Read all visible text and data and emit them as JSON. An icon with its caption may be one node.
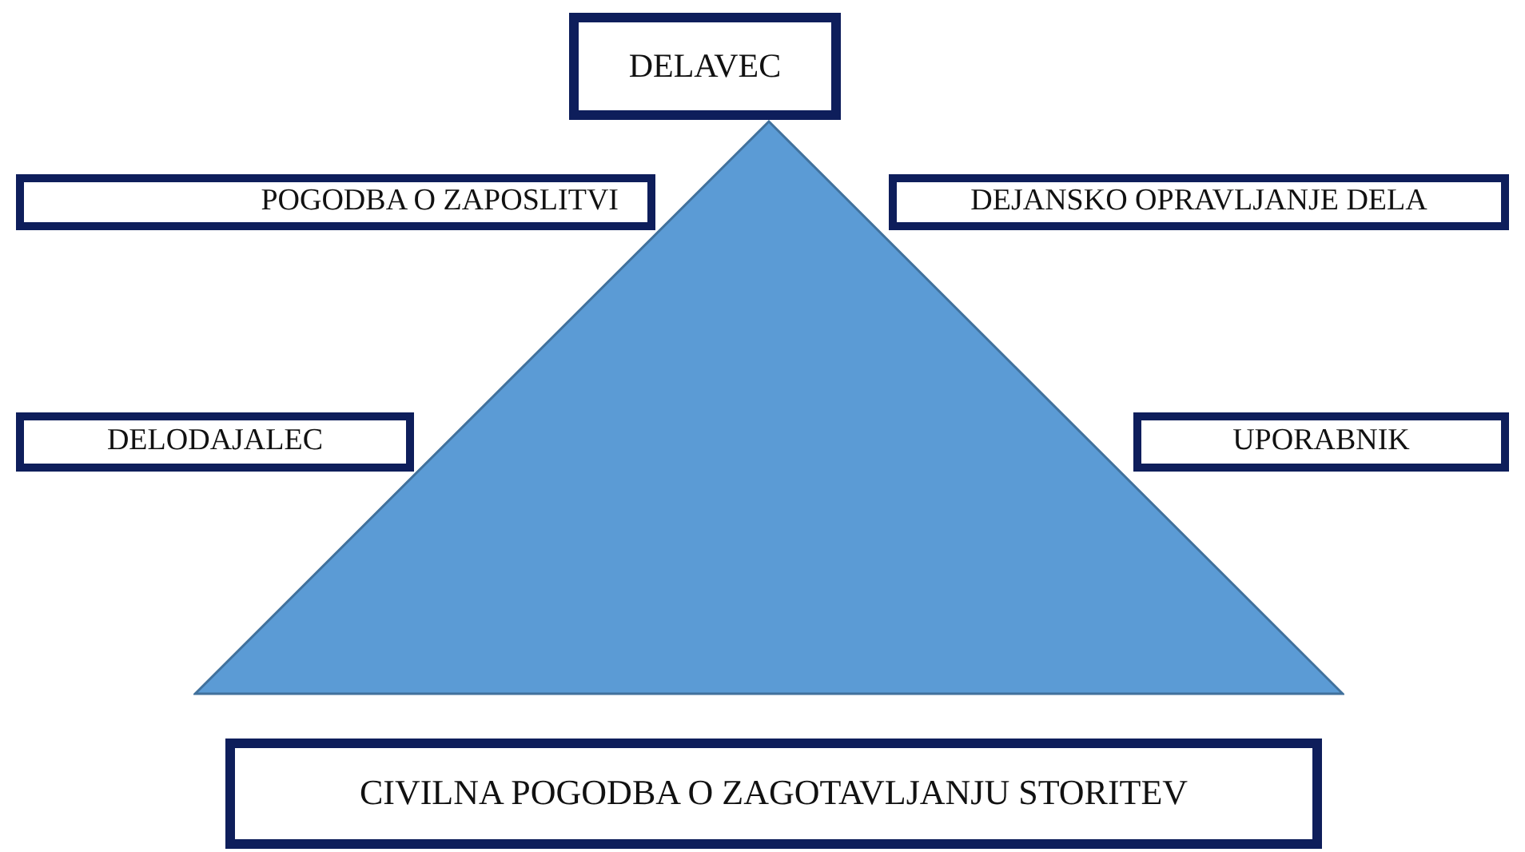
{
  "diagram": {
    "nodes": [
      {
        "text": [
          "DELAVEC"
        ]
      },
      {
        "text": [
          "POGODBA O ZAPOSLITVI"
        ]
      },
      {
        "text": [
          "DEJANSKO OPRAVLJANJE DELA"
        ]
      },
      {
        "text": [
          "DELODAJALEC"
        ]
      },
      {
        "text": [
          "UPORABNIK"
        ]
      },
      {
        "text": [],
        "shape": "triangle"
      },
      {
        "text": [
          "CIVILNA POGODBA O ZAGOTAVLJANJU STORITEV"
        ]
      }
    ]
  }
}
